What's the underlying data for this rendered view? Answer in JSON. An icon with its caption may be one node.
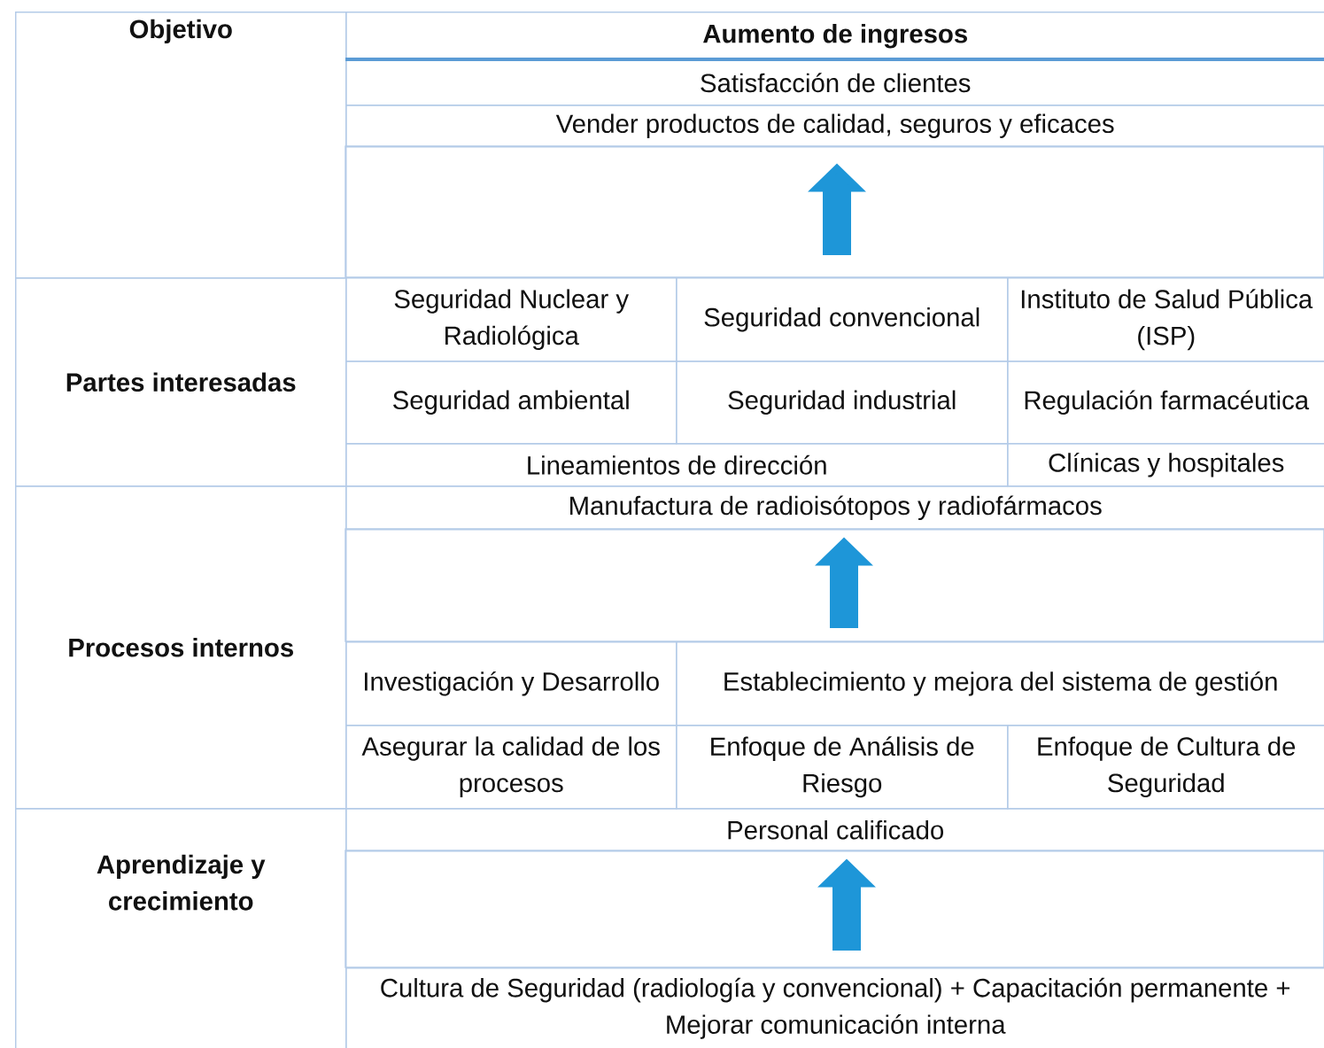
{
  "diagram": {
    "nodes": [
      {
        "text": [
          "Objetivo"
        ]
      },
      {
        "text": [
          "Aumento de ingresos"
        ]
      },
      {
        "text": [
          "Satisfacción de clientes"
        ]
      },
      {
        "text": [
          "Vender productos de calidad, seguros y eficaces"
        ]
      },
      {
        "text": [
          "Partes interesadas"
        ]
      },
      {
        "text": [
          "Seguridad Nuclear y Radiológica"
        ]
      },
      {
        "text": [
          "Seguridad convencional"
        ]
      },
      {
        "text": [
          "Instituto de Salud Pública (ISP)"
        ]
      },
      {
        "text": [
          "Seguridad ambiental"
        ]
      },
      {
        "text": [
          "Seguridad industrial"
        ]
      },
      {
        "text": [
          "Regulación farmacéutica"
        ]
      },
      {
        "text": [
          "Lineamientos de dirección"
        ]
      },
      {
        "text": [
          "Clínicas y hospitales"
        ]
      },
      {
        "text": [
          "Procesos internos"
        ]
      },
      {
        "text": [
          "Manufactura de radioisótopos y radiofármacos"
        ]
      },
      {
        "text": [
          "Investigación y Desarrollo"
        ]
      },
      {
        "text": [
          "Establecimiento y mejora del sistema de gestión"
        ]
      },
      {
        "text": [
          "Asegurar la calidad de los procesos"
        ]
      },
      {
        "text": [
          "Enfoque de Análisis de Riesgo"
        ]
      },
      {
        "text": [
          "Enfoque de Cultura de Seguridad"
        ]
      },
      {
        "text": [
          "Aprendizaje y crecimiento"
        ]
      },
      {
        "text": [
          "Personal calificado"
        ]
      },
      {
        "text": [
          "Cultura de Seguridad (radiología y convencional) + Capacitación permanente + Mejorar comunicación interna"
        ]
      }
    ],
    "edges": [
      {
        "from": 6,
        "to": 3,
        "arrow": "to"
      },
      {
        "from": 16,
        "to": 14,
        "arrow": "to"
      },
      {
        "from": 22,
        "to": 21,
        "arrow": "to"
      }
    ]
  }
}
